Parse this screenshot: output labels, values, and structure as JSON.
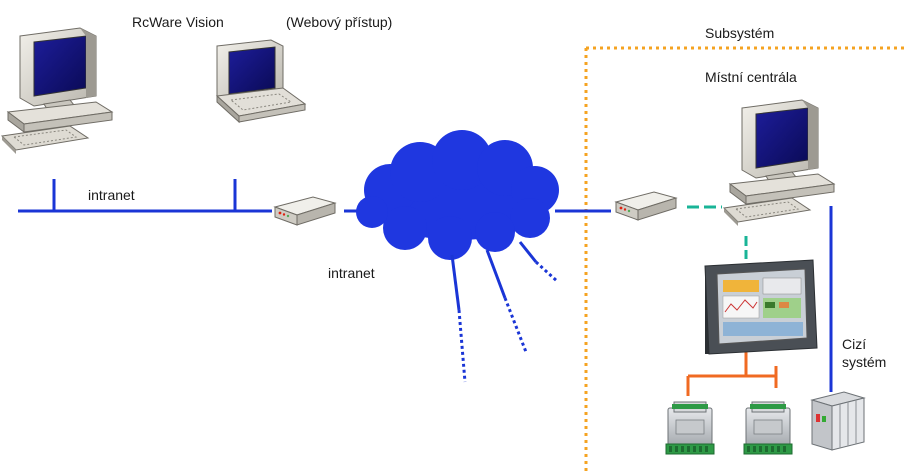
{
  "labels": {
    "rcware_vision": "RcWare Vision",
    "web_access": "(Webový přístup)",
    "intranet_lan": "intranet",
    "intranet_cloud": "intranet",
    "subsystem": "Subsystém",
    "local_central": "Místní centrála",
    "foreign_system_line1": "Cizí",
    "foreign_system_line2": "systém"
  },
  "colors": {
    "network_line": "#1a35d6",
    "cloud_fill": "#1f37e0",
    "subsystem_border": "#f5a321",
    "local_link": "#19b497",
    "io_bus": "#f06a22",
    "panel_screen": "#c9cfd6"
  },
  "icons": {
    "pc_left": "desktop-computer-icon",
    "laptop": "laptop-computer-icon",
    "router_left": "router-icon",
    "router_right": "router-icon",
    "pc_local": "desktop-computer-icon",
    "touch_panel": "touch-panel-icon",
    "io_module_1": "io-module-icon",
    "io_module_2": "io-module-icon",
    "plc": "plc-icon"
  }
}
